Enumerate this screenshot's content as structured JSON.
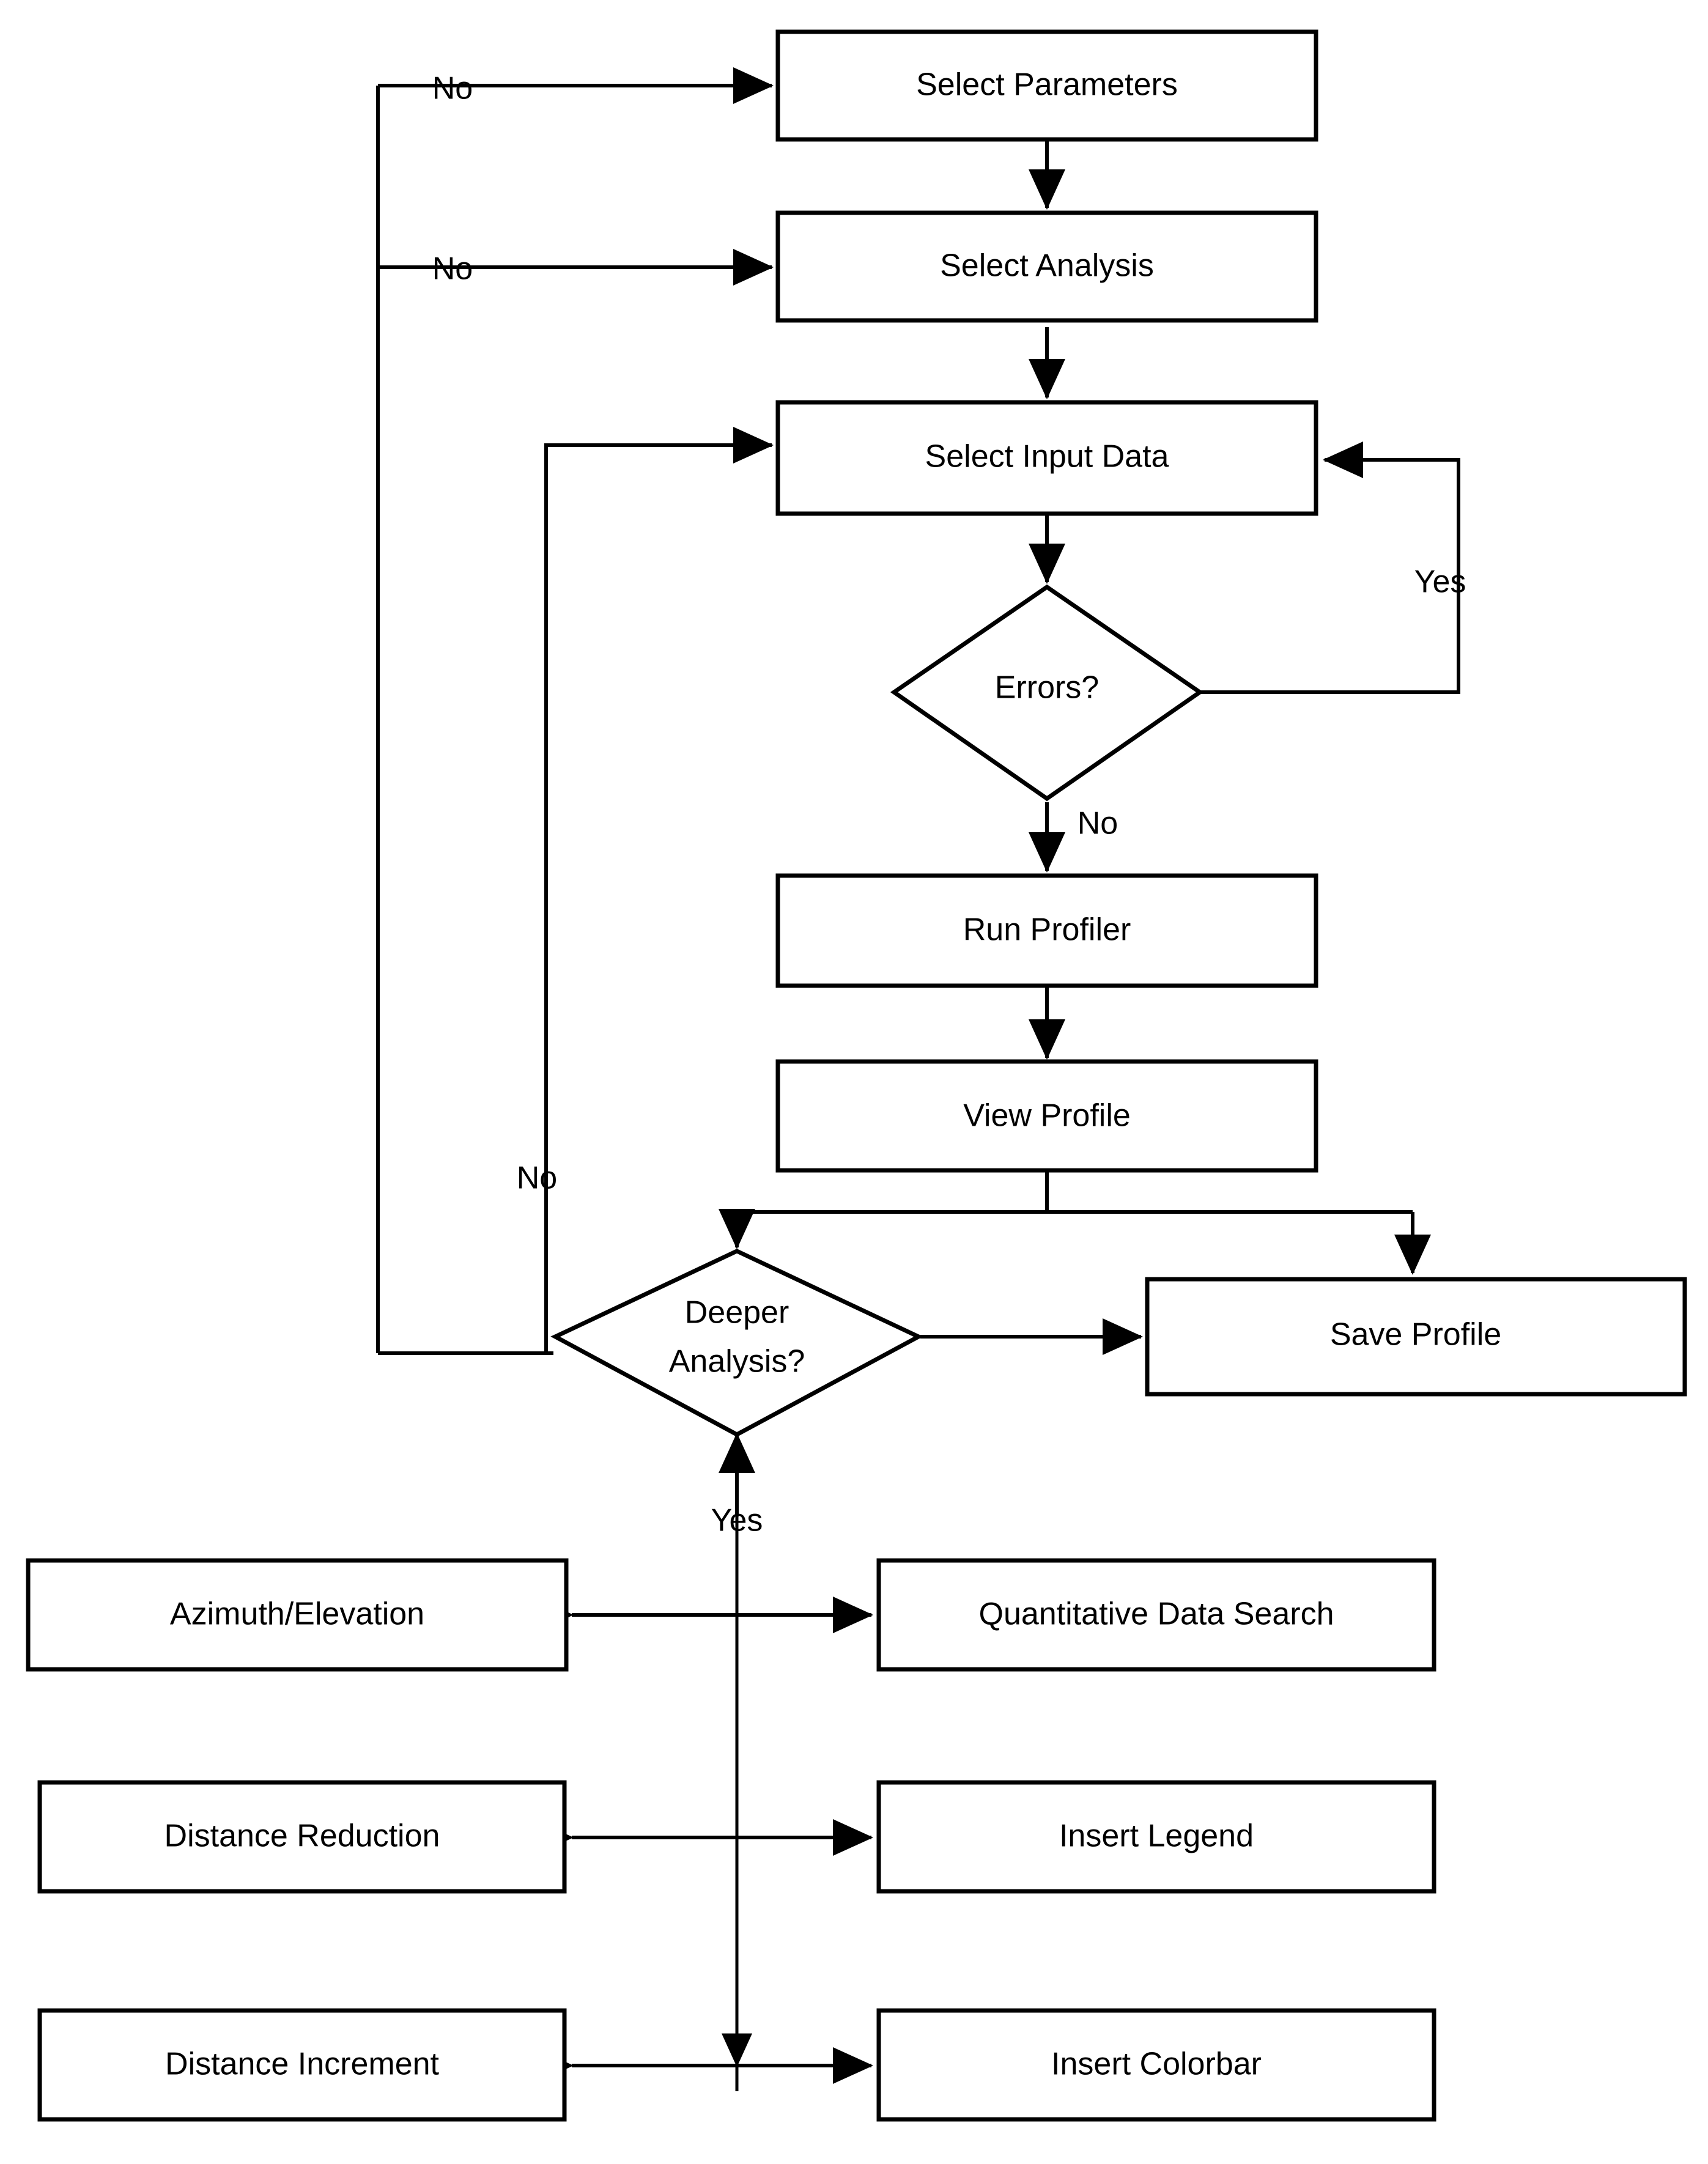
{
  "diagram": {
    "type": "flowchart",
    "title": "",
    "nodes": [
      {
        "id": "select_parameters",
        "label": "Select Parameters",
        "shape": "process"
      },
      {
        "id": "select_analysis",
        "label": "Select Analysis",
        "shape": "process"
      },
      {
        "id": "select_input_data",
        "label": "Select Input Data",
        "shape": "process"
      },
      {
        "id": "errors",
        "label": "Errors?",
        "shape": "decision"
      },
      {
        "id": "run_profiler",
        "label": "Run Profiler",
        "shape": "process"
      },
      {
        "id": "view_profile",
        "label": "View Profile",
        "shape": "process"
      },
      {
        "id": "deeper_analysis",
        "label_line1": "Deeper",
        "label_line2": "Analysis?",
        "shape": "decision"
      },
      {
        "id": "save_profile",
        "label": "Save Profile",
        "shape": "process"
      },
      {
        "id": "azimuth_elevation",
        "label": "Azimuth/Elevation",
        "shape": "process"
      },
      {
        "id": "quant_data_search",
        "label": "Quantitative Data Search",
        "shape": "process"
      },
      {
        "id": "distance_reduction",
        "label": "Distance Reduction",
        "shape": "process"
      },
      {
        "id": "insert_legend",
        "label": "Insert Legend",
        "shape": "process"
      },
      {
        "id": "distance_increment",
        "label": "Distance Increment",
        "shape": "process"
      },
      {
        "id": "insert_colorbar",
        "label": "Insert Colorbar",
        "shape": "process"
      }
    ],
    "edge_labels": {
      "no_to_select_parameters": "No",
      "no_to_select_analysis": "No",
      "errors_yes": "Yes",
      "errors_no": "No",
      "deeper_no": "No",
      "deeper_yes": "Yes"
    },
    "edges": [
      {
        "from": "select_parameters",
        "to": "select_analysis",
        "label": ""
      },
      {
        "from": "select_analysis",
        "to": "select_input_data",
        "label": ""
      },
      {
        "from": "select_input_data",
        "to": "errors",
        "label": ""
      },
      {
        "from": "errors",
        "to": "select_input_data",
        "label": "Yes"
      },
      {
        "from": "errors",
        "to": "run_profiler",
        "label": "No"
      },
      {
        "from": "run_profiler",
        "to": "view_profile",
        "label": ""
      },
      {
        "from": "view_profile",
        "to": "deeper_analysis",
        "label": ""
      },
      {
        "from": "view_profile",
        "to": "save_profile",
        "label": ""
      },
      {
        "from": "deeper_analysis",
        "to": "save_profile",
        "label": ""
      },
      {
        "from": "deeper_analysis",
        "to": "select_parameters",
        "label": "No"
      },
      {
        "from": "deeper_analysis",
        "to": "select_analysis",
        "label": "No"
      },
      {
        "from": "deeper_analysis",
        "to": "select_input_data",
        "label": "No"
      },
      {
        "from": "deeper_analysis",
        "to": "azimuth_elevation",
        "label": "Yes"
      },
      {
        "from": "deeper_analysis",
        "to": "quant_data_search",
        "label": "Yes"
      },
      {
        "from": "deeper_analysis",
        "to": "distance_reduction",
        "label": "Yes"
      },
      {
        "from": "deeper_analysis",
        "to": "insert_legend",
        "label": "Yes"
      },
      {
        "from": "deeper_analysis",
        "to": "distance_increment",
        "label": "Yes"
      },
      {
        "from": "deeper_analysis",
        "to": "insert_colorbar",
        "label": "Yes"
      }
    ],
    "colors": {
      "stroke": "#000000",
      "fill": "#ffffff",
      "text": "#000000",
      "background": "#ffffff"
    }
  }
}
